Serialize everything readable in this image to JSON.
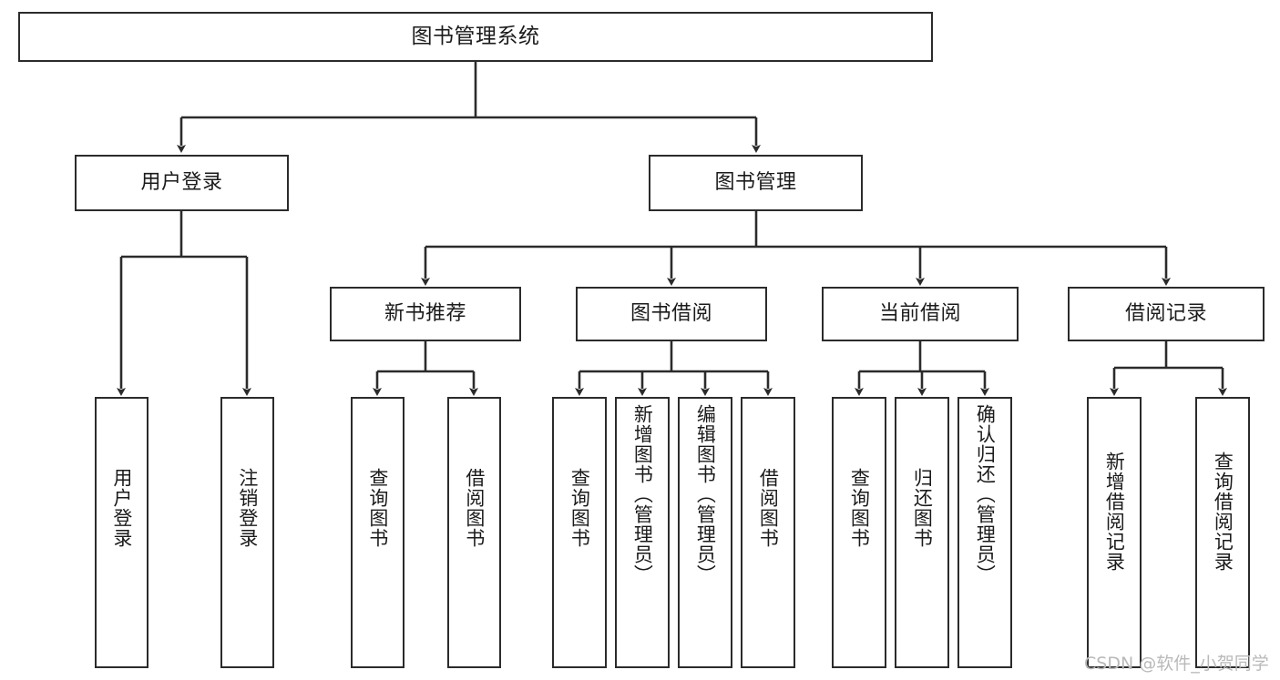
{
  "diagram": {
    "title": "图书管理系统",
    "type": "hierarchy-tree",
    "root": {
      "label": "图书管理系统"
    },
    "level2": [
      {
        "label": "用户登录"
      },
      {
        "label": "图书管理"
      }
    ],
    "level3": [
      {
        "label": "新书推荐"
      },
      {
        "label": "图书借阅"
      },
      {
        "label": "当前借阅"
      },
      {
        "label": "借阅记录"
      }
    ],
    "leaves": {
      "user_login": [
        {
          "label": "用户登录"
        },
        {
          "label": "注销登录"
        }
      ],
      "new_book": [
        {
          "label": "查询图书"
        },
        {
          "label": "借阅图书"
        }
      ],
      "book_borrow": [
        {
          "label": "查询图书"
        },
        {
          "label": "新增图书（管理员）"
        },
        {
          "label": "编辑图书（管理员）"
        },
        {
          "label": "借阅图书"
        }
      ],
      "current_borrow": [
        {
          "label": "查询图书"
        },
        {
          "label": "归还图书"
        },
        {
          "label": "确认归还（管理员）"
        }
      ],
      "borrow_record": [
        {
          "label": "新增借阅记录"
        },
        {
          "label": "查询借阅记录"
        }
      ]
    }
  },
  "watermark": {
    "text": "CSDN @软件_小贺同学"
  },
  "colors": {
    "stroke": "#2b2b2b",
    "background": "#ffffff",
    "text": "#1b1b1b",
    "watermark": "#b9b9b9"
  }
}
